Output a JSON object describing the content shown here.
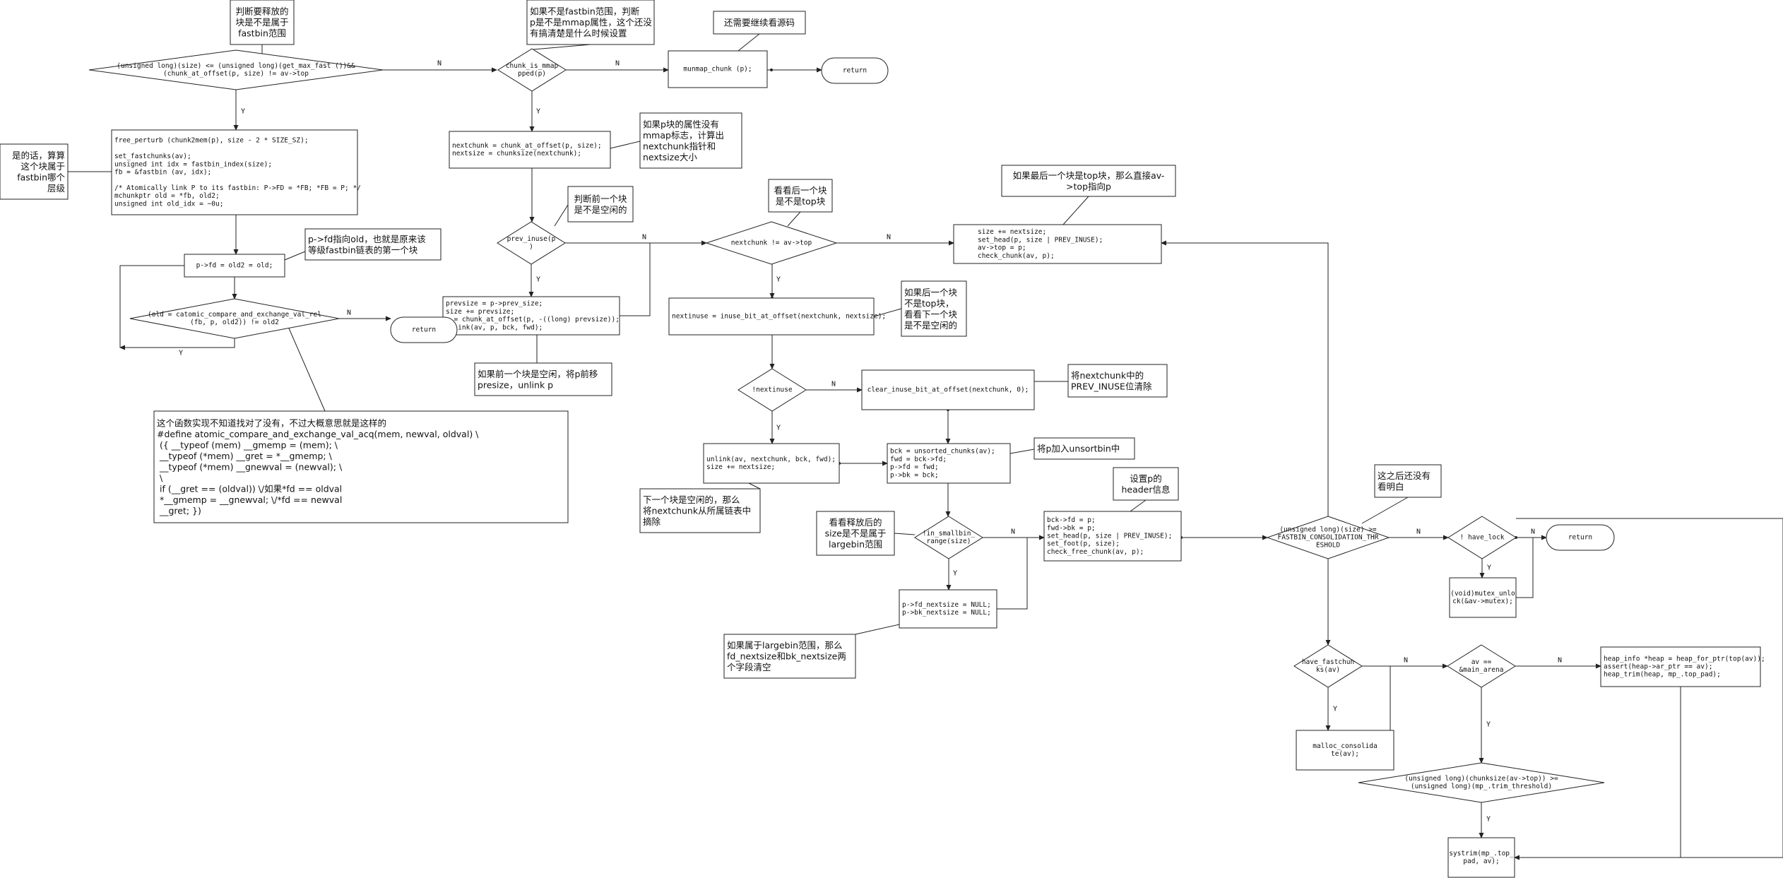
{
  "nodes": {
    "n_cond_fast": [
      "(unsigned long)(size) <= (unsigned long)(get_max_fast ())&&",
      "(chunk_at_offset(p, size) != av->top"
    ],
    "n_free_perturb": [
      "free_perturb (chunk2mem(p), size - 2 * SIZE_SZ);",
      "",
      "set_fastchunks(av);",
      "unsigned int idx = fastbin_index(size);",
      "fb = &fastbin (av, idx);",
      "",
      "/* Atomically link P to its fastbin: P->FD = *FB; *FB = P;  */",
      "mchunkptr old = *fb, old2;",
      "unsigned int old_idx = ~0u;"
    ],
    "n_pfd": [
      "p->fd = old2 = old;"
    ],
    "n_cas": [
      "(old = catomic_compare_and_exchange_val_rel",
      "(fb, p, old2)) != old2"
    ],
    "n_return1": [
      "return"
    ],
    "n_mmapped": [
      "chunk_is_mmap",
      "pped(p)"
    ],
    "n_munmap": [
      "munmap_chunk (p);"
    ],
    "n_return2": [
      "return"
    ],
    "n_nextchunk": [
      "nextchunk = chunk_at_offset(p, size);",
      "nextsize = chunksize(nextchunk);"
    ],
    "n_prev_inuse": [
      "prev_inuse(p",
      ")"
    ],
    "n_prevsize": [
      "prevsize = p->prev_size;",
      "size += prevsize;",
      "p = chunk_at_offset(p, -((long) prevsize));",
      "unlink(av, p, bck, fwd);"
    ],
    "n_not_top": [
      "nextchunk != av->top"
    ],
    "n_size_top": [
      "size += nextsize;",
      "set_head(p, size | PREV_INUSE);",
      "av->top = p;",
      "check_chunk(av, p);"
    ],
    "n_nextinuse": [
      "nextinuse = inuse_bit_at_offset(nextchunk, nextsize);"
    ],
    "n_not_nextinuse": [
      "!nextinuse"
    ],
    "n_clear_inuse": [
      "clear_inuse_bit_at_offset(nextchunk, 0);"
    ],
    "n_unlink2": [
      "unlink(av, nextchunk, bck, fwd);",
      "size += nextsize;"
    ],
    "n_bck": [
      "bck = unsorted_chunks(av);",
      "fwd = bck->fd;",
      "p->fd = fwd;",
      "p->bk = bck;"
    ],
    "n_in_small": [
      "!in_smallbin_",
      "range(size)"
    ],
    "n_fd_null": [
      "p->fd_nextsize = NULL;",
      "p->bk_nextsize = NULL;"
    ],
    "n_set_head": [
      "bck->fd = p;",
      "fwd->bk = p;",
      "set_head(p, size | PREV_INUSE);",
      "set_foot(p, size);",
      "check_free_chunk(av, p);"
    ],
    "n_consol": [
      "(unsigned long)(size) >=",
      "FASTBIN_CONSOLIDATION_THR",
      "ESHOLD"
    ],
    "n_have_lock": [
      "! have_lock"
    ],
    "n_return3": [
      "return"
    ],
    "n_mutex": [
      "(void)mutex_unlo",
      "ck(&av->mutex);"
    ],
    "n_have_fast": [
      "have_fastchun",
      "ks(av)"
    ],
    "n_main_arena": [
      "av ==",
      "&main_arena"
    ],
    "n_heap_info": [
      "heap_info *heap = heap_for_ptr(top(av));",
      "assert(heap->ar_ptr == av);",
      "heap_trim(heap, mp_.top_pad);"
    ],
    "n_malloc_cons": [
      "malloc_consolida",
      "te(av);"
    ],
    "n_trim_cond": [
      "(unsigned long)(chunksize(av->top)) >=",
      "(unsigned long)(mp_.trim_threshold)"
    ],
    "n_systrim": [
      "systrim(mp_.top_",
      "pad, av);"
    ]
  },
  "comments": {
    "c1": [
      "判断要释放的",
      "块是不是属于",
      "fastbin范围"
    ],
    "c2": [
      "是的话，算算",
      "这个块属于",
      "fastbin哪个",
      "层级"
    ],
    "c3": [
      "p->fd指向old，也就是原来该",
      "等级fastbin链表的第一个块"
    ],
    "c4": [
      "这个函数实现不知道找对了没有，不过大概意思就是这样的",
      "#define atomic_compare_and_exchange_val_acq(mem, newval, oldval) \\",
      "  ({ __typeof (mem) __gmemp = (mem);                               \\",
      "     __typeof (*mem) __gret = *__gmemp;                            \\",
      "     __typeof (*mem) __gnewval = (newval);               \\",
      "                                                                    \\",
      "     if (__gret == (oldval))            \\/如果*fd == oldval",
      "       *__gmemp = __gnewval;            \\/*fd == newval",
      "     __gret; })"
    ],
    "c5": [
      "如果不是fastbin范围，判断",
      "p是不是mmap属性，这个还没",
      "有搞清楚是什么时候设置"
    ],
    "c6": [
      "还需要继续看源码"
    ],
    "c7": [
      "如果p块的属性没有",
      "mmap标志，计算出",
      "nextchunk指针和",
      "nextsize大小"
    ],
    "c8": [
      "判断前一个块",
      "是不是空闲的"
    ],
    "c9": [
      "如果前一个块是空闲，将p前移",
      "presize，unlink p"
    ],
    "c10": [
      "看看后一个块",
      "是不是top块"
    ],
    "c11": [
      "如果最后一个块是top块，那么直接av-",
      ">top指向p"
    ],
    "c12": [
      "如果后一个块",
      "不是top块，",
      "看看下一个块",
      "是不是空闲的"
    ],
    "c13": [
      "将nextchunk中的",
      "PREV_INUSE位清除"
    ],
    "c14": [
      "将p加入unsortbin中"
    ],
    "c15": [
      "下一个块是空闲的，那么",
      "将nextchunk从所属链表中",
      "摘除"
    ],
    "c16": [
      "看看释放后的",
      "size是不是属于",
      "largebin范围"
    ],
    "c17": [
      "设置p的",
      "header信息"
    ],
    "c18": [
      "如果属于largebin范围，那么",
      "fd_nextsize和bk_nextsize两",
      "个字段清空"
    ],
    "c19": [
      "这之后还没有",
      "看明白"
    ]
  },
  "edge_labels": {
    "n": "N",
    "y": "Y"
  }
}
